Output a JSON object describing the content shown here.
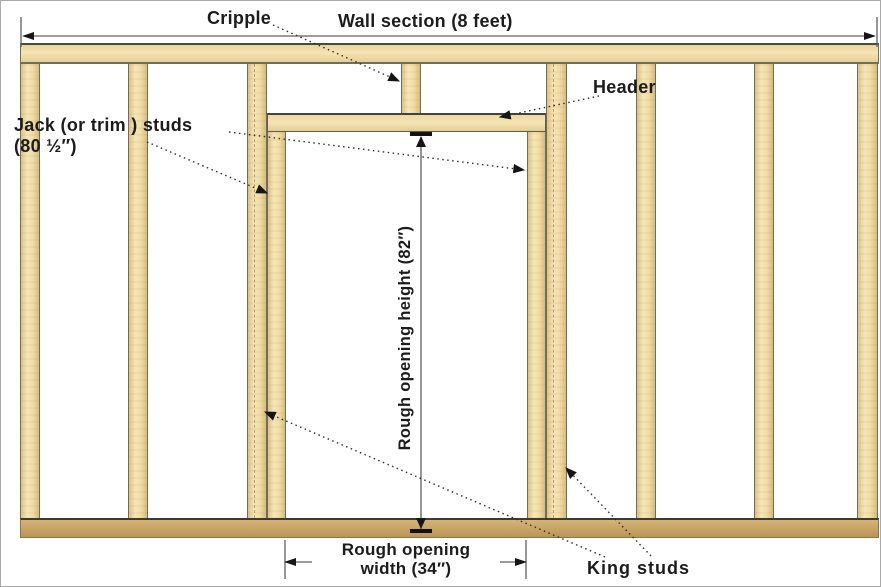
{
  "labels": {
    "wall_section": "Wall section (8 feet)",
    "cripple": "Cripple",
    "header": "Header",
    "jack_studs_line1": "Jack (or trim ) studs",
    "jack_studs_line2": "(80 ½″)",
    "rough_opening_height": "Rough opening height (82″)",
    "rough_opening_width_line1": "Rough opening",
    "rough_opening_width_line2": "width (34″)",
    "king_studs": "King studs"
  },
  "measurements": {
    "wall_section_length": "8 feet",
    "jack_stud_height": "80 ½″",
    "rough_opening_height": "82″",
    "rough_opening_width": "34″"
  },
  "colors": {
    "lumber_light": "#f6e6b8",
    "lumber_mid": "#f1dda6",
    "lumber_edge": "#d8bc7f",
    "bottom_plate": "#c7a263",
    "lumber_outline": "#6f6e5b",
    "leader_line": "#2e2e2e",
    "dimension_line": "#5f5f5f",
    "text": "#1c1c1c",
    "background": "#ffffff"
  }
}
